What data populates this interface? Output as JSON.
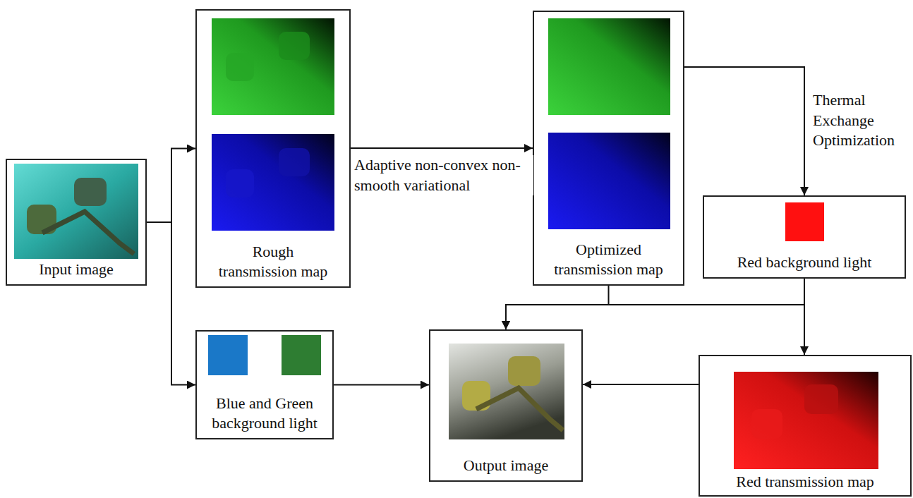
{
  "diagram": {
    "nodes": [
      {
        "text": [
          "Input image"
        ]
      },
      {
        "text": [
          "Rough transmission map"
        ]
      },
      {
        "text": [
          "Blue and Green background light"
        ]
      },
      {
        "text": [
          "Optimized transmission map"
        ]
      },
      {
        "text": [
          "Red background light"
        ]
      },
      {
        "text": [
          "Output image"
        ]
      },
      {
        "text": [
          "Red transmission map"
        ]
      }
    ],
    "edges": [
      {
        "from": 0,
        "to": 1,
        "arrow": "to"
      },
      {
        "from": 0,
        "to": 2,
        "arrow": "to"
      },
      {
        "from": 1,
        "to": 3,
        "label": "Adaptive non-convex non-smooth variational",
        "arrow": "to"
      },
      {
        "from": 3,
        "to": 4,
        "label": "Thermal Exchange Optimization",
        "arrow": "to"
      },
      {
        "from": 3,
        "to": 5,
        "arrow": "to"
      },
      {
        "from": 4,
        "to": 5,
        "arrow": "to"
      },
      {
        "from": 4,
        "to": 6,
        "arrow": "to"
      },
      {
        "from": 2,
        "to": 5,
        "arrow": "to"
      },
      {
        "from": 6,
        "to": 5,
        "arrow": "to"
      }
    ]
  }
}
